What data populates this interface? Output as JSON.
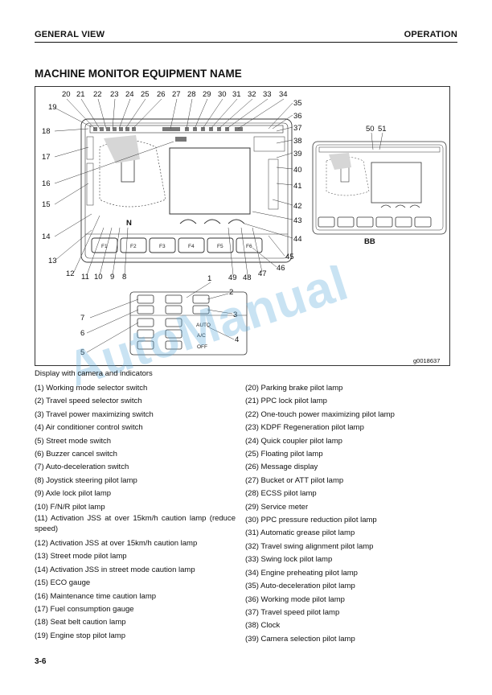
{
  "header": {
    "left": "GENERAL VIEW",
    "right": "OPERATION"
  },
  "title": "MACHINE MONITOR EQUIPMENT NAME",
  "figure": {
    "id": "g0018637",
    "bb_label": "BB",
    "gear_letter": "N",
    "fkeys": [
      "F1",
      "F2",
      "F3",
      "F4",
      "F5",
      "F6"
    ],
    "switch_labels": {
      "auto": "AUTO",
      "ac": "A/C",
      "off": "OFF"
    },
    "callouts_top": [
      "20",
      "21",
      "22",
      "23",
      "24",
      "25",
      "26",
      "27",
      "28",
      "29",
      "30",
      "31",
      "32",
      "33",
      "34"
    ],
    "callouts_right": [
      "35",
      "36",
      "37",
      "38",
      "39",
      "40",
      "41",
      "42",
      "43",
      "44",
      "45",
      "46"
    ],
    "callouts_left": [
      "19",
      "18",
      "17",
      "16",
      "15",
      "14",
      "13"
    ],
    "callouts_bottom": [
      "12",
      "11",
      "10",
      "9",
      "8",
      "49",
      "48",
      "47"
    ],
    "callouts_small": [
      "50",
      "51"
    ],
    "callouts_switch_left": [
      "7",
      "6",
      "5"
    ],
    "callouts_switch_right": [
      "1",
      "2",
      "3",
      "4"
    ]
  },
  "watermark": "AutoManual",
  "caption": "Display with camera and indicators",
  "items_left": [
    "(1) Working mode selector switch",
    "(2) Travel speed selector switch",
    "(3) Travel power maximizing switch",
    "(4) Air conditioner control switch",
    "(5) Street mode switch",
    "(6) Buzzer cancel switch",
    "(7) Auto-deceleration switch",
    "(8) Joystick steering pilot lamp",
    "(9) Axle lock pilot lamp",
    "(10) F/N/R pilot lamp",
    "(11) Activation JSS at over 15km/h caution lamp (reduce speed)",
    "(12) Activation JSS at over 15km/h caution lamp",
    "(13) Street mode pilot lamp",
    "(14) Activation JSS in street mode caution lamp",
    "(15) ECO gauge",
    "(16) Maintenance time caution lamp",
    "(17) Fuel consumption gauge",
    "(18) Seat belt caution lamp",
    "(19) Engine stop pilot lamp"
  ],
  "items_right": [
    "(20) Parking brake pilot lamp",
    "(21) PPC lock pilot lamp",
    "(22) One-touch power maximizing pilot lamp",
    "(23) KDPF Regeneration pilot lamp",
    "(24) Quick coupler pilot lamp",
    "(25) Floating pilot lamp",
    "(26) Message display",
    "(27) Bucket or ATT pilot lamp",
    "(28) ECSS pilot lamp",
    "(29) Service meter",
    "(30) PPC pressure reduction pilot lamp",
    "(31) Automatic grease pilot lamp",
    "(32) Travel swing alignment pilot lamp",
    "(33) Swing lock pilot lamp",
    "(34) Engine preheating pilot lamp",
    "(35) Auto-deceleration pilot lamp",
    "(36) Working mode pilot lamp",
    "(37) Travel speed pilot lamp",
    "(38) Clock",
    "(39) Camera selection pilot lamp"
  ],
  "page_number": "3-6"
}
